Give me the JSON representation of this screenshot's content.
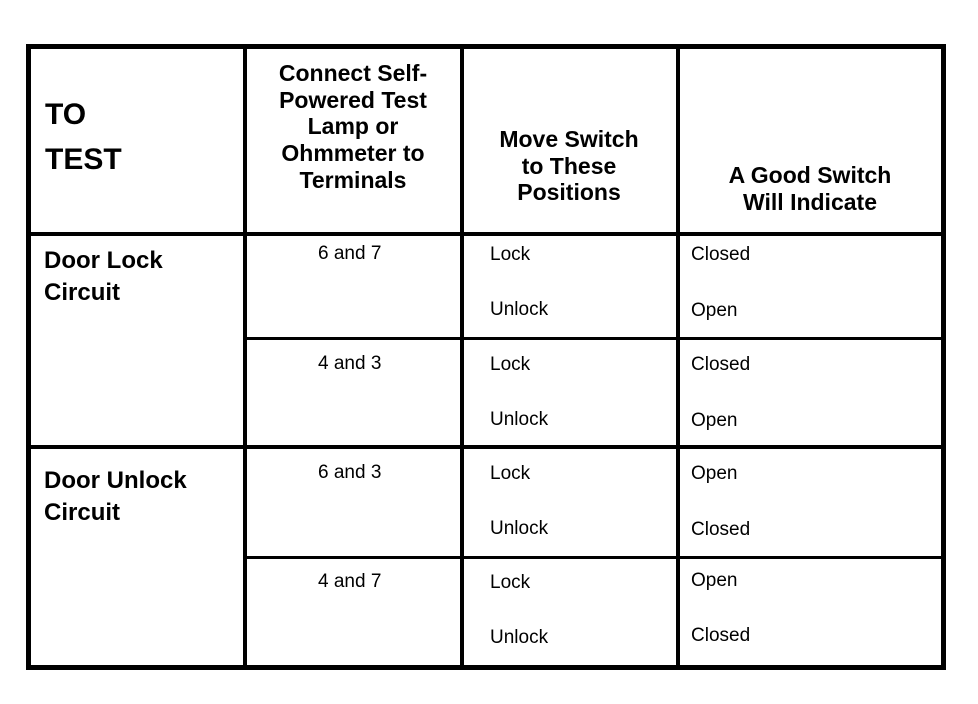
{
  "headers": {
    "to_test_1": "TO",
    "to_test_2": "TEST",
    "terminals_1": "Connect Self-",
    "terminals_2": "Powered Test",
    "terminals_3": "Lamp or",
    "terminals_4": "Ohmmeter to",
    "terminals_5": "Terminals",
    "positions_1": "Move Switch",
    "positions_2": "to These",
    "positions_3": "Positions",
    "indicate_1": "A Good Switch",
    "indicate_2": "Will Indicate"
  },
  "groups": [
    {
      "label_1": "Door Lock",
      "label_2": "Circuit",
      "rows": [
        {
          "terminals": "6 and 7",
          "pos_1": "Lock",
          "pos_2": "Unlock",
          "result_1": "Closed",
          "result_2": "Open"
        },
        {
          "terminals": "4 and 3",
          "pos_1": "Lock",
          "pos_2": "Unlock",
          "result_1": "Closed",
          "result_2": "Open"
        }
      ]
    },
    {
      "label_1": "Door Unlock",
      "label_2": "Circuit",
      "rows": [
        {
          "terminals": "6 and 3",
          "pos_1": "Lock",
          "pos_2": "Unlock",
          "result_1": "Open",
          "result_2": "Closed"
        },
        {
          "terminals": "4 and 7",
          "pos_1": "Lock",
          "pos_2": "Unlock",
          "result_1": "Open",
          "result_2": "Closed"
        }
      ]
    }
  ]
}
